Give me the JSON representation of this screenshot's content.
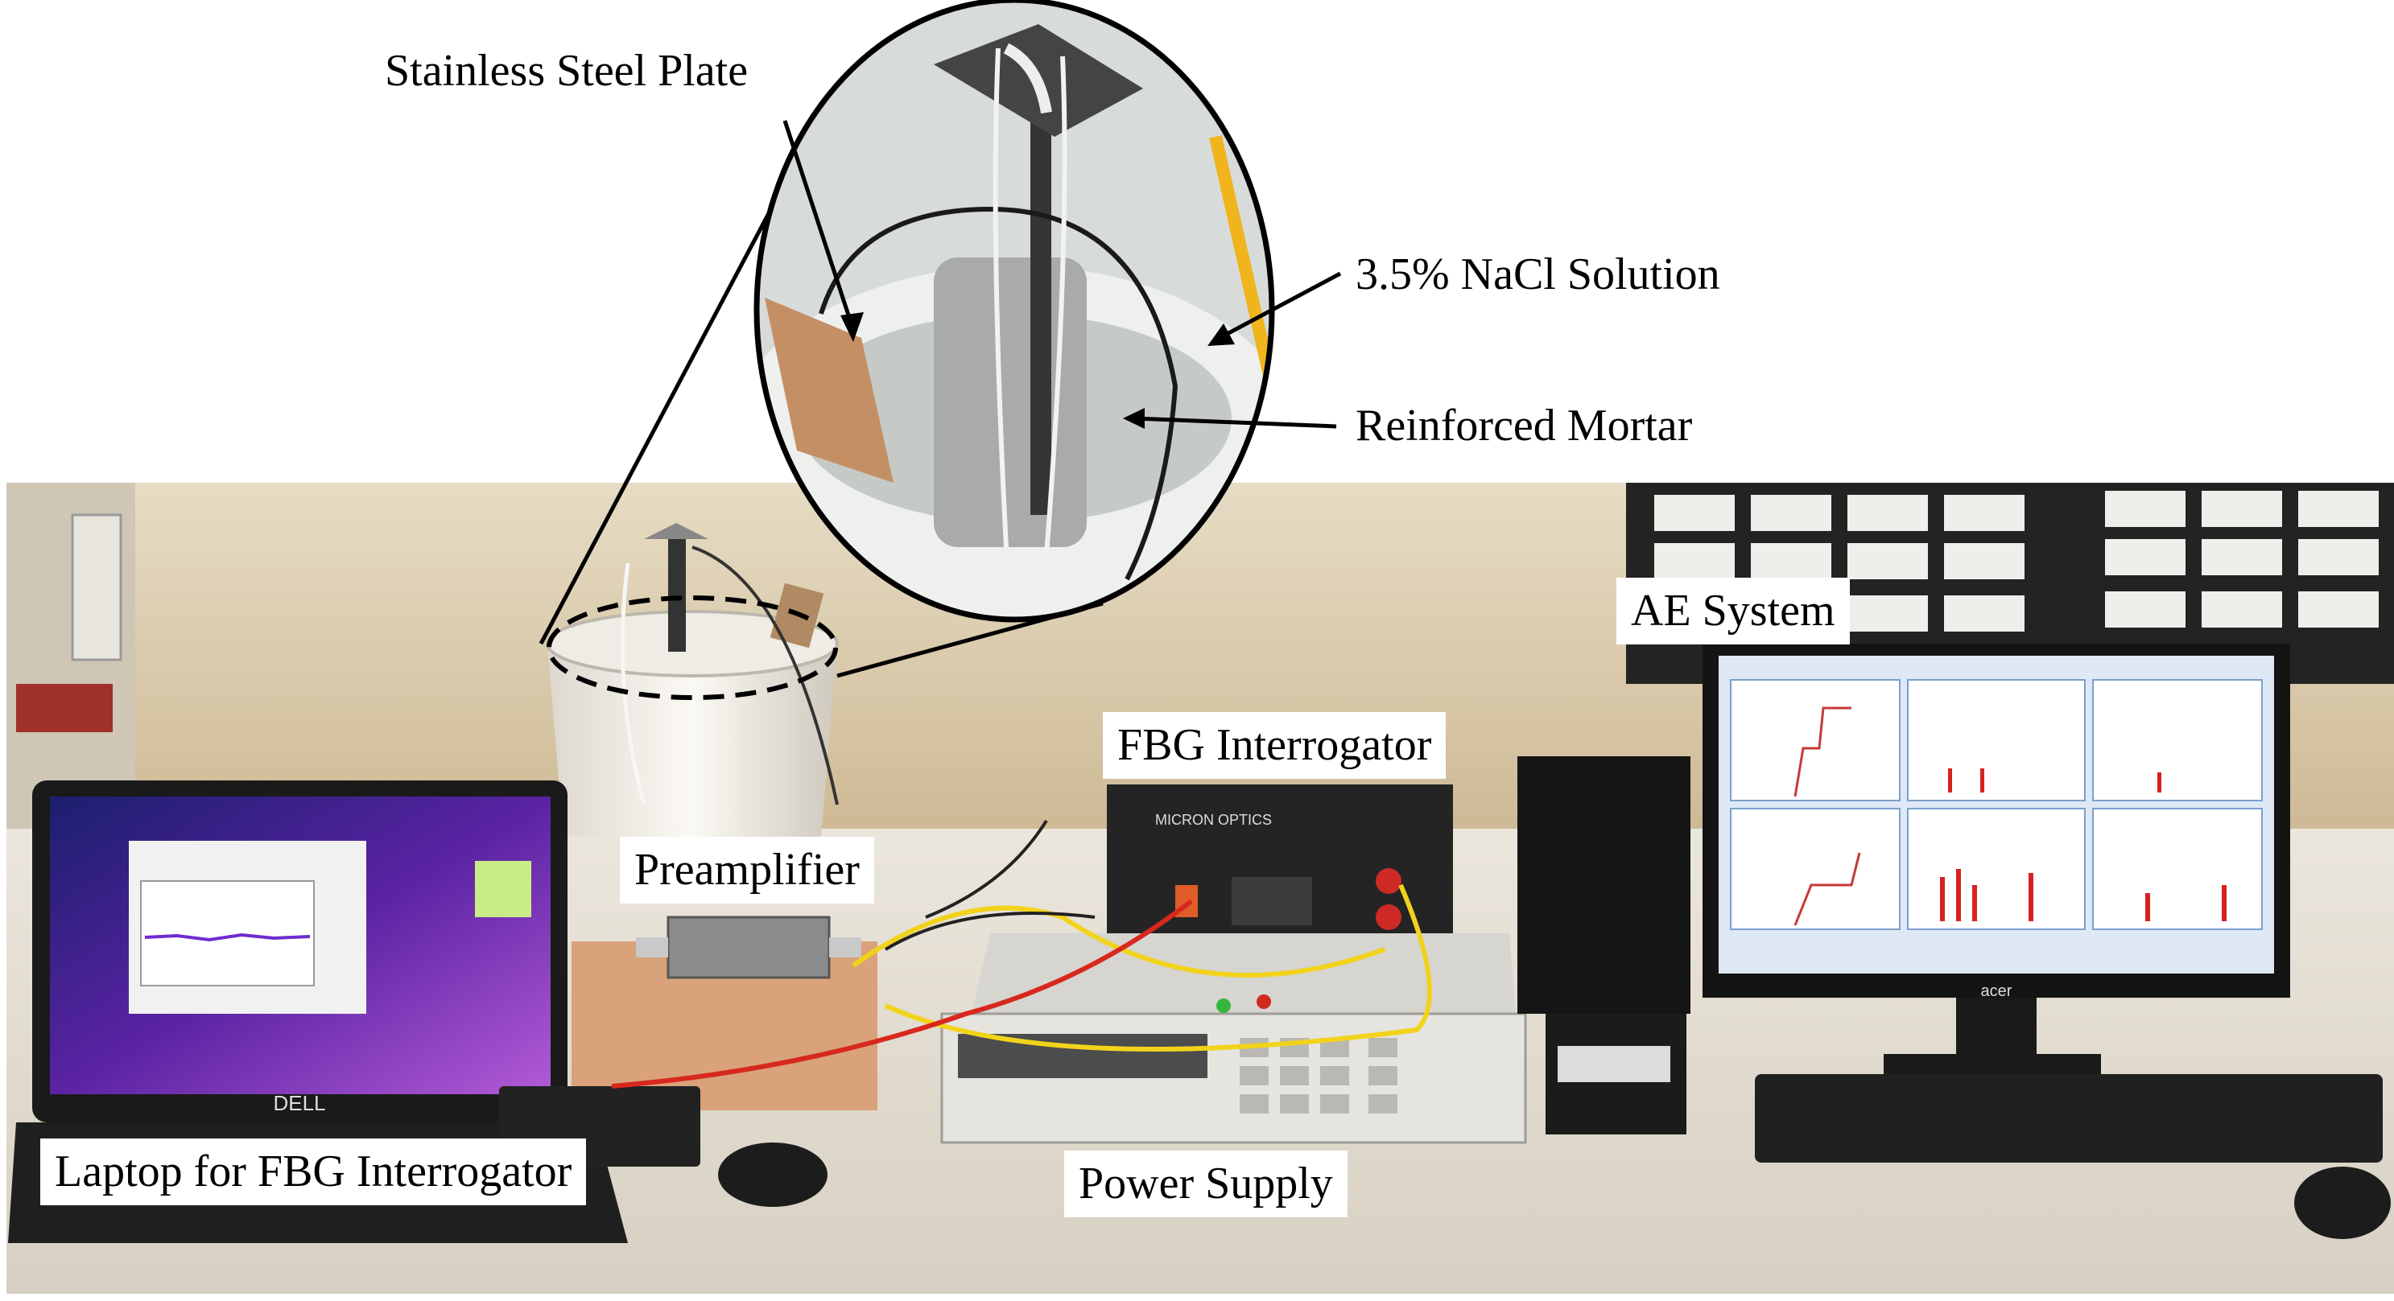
{
  "labels": {
    "stainless_steel_plate": "Stainless Steel Plate",
    "nacl_solution": "3.5% NaCl Solution",
    "reinforced_mortar": "Reinforced Mortar",
    "ae_system": "AE System",
    "fbg_interrogator": "FBG Interrogator",
    "preamplifier": "Preamplifier",
    "laptop": "Laptop for FBG Interrogator",
    "power_supply": "Power Supply"
  },
  "device_text": {
    "laptop_brand": "DELL",
    "monitor_brand": "acer",
    "interrogator_brand": "MICRON OPTICS"
  },
  "colors": {
    "wall": "#d9c9a8",
    "desk": "#e3ddd0",
    "bucket": "#f4f1ea",
    "instrument": "#2a2a2a",
    "foam_block": "#d9a27a",
    "yellow_cable": "#f2d31b",
    "red_cable": "#d8281e",
    "screen_blue": "#dfe9f6",
    "laptop_wallpaper": "#4a1c86"
  }
}
